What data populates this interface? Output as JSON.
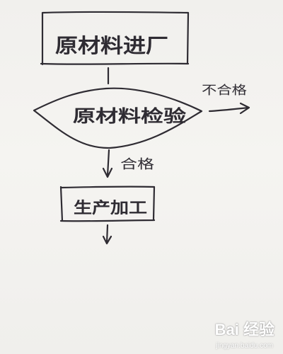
{
  "diagram": {
    "nodes": {
      "start": {
        "label": "原材料进厂",
        "shape": "rectangle"
      },
      "inspect": {
        "label": "原材料检验",
        "shape": "diamond"
      },
      "process": {
        "label": "生产加工",
        "shape": "rectangle"
      }
    },
    "edges": {
      "fail": {
        "label": "不合格"
      },
      "pass": {
        "label": "合格"
      }
    }
  },
  "watermark": {
    "brand": "Bai 经验",
    "url": "jingyan.baidu.com"
  },
  "colors": {
    "ink": "#2f2c33",
    "paper": "#f3f2ef"
  }
}
